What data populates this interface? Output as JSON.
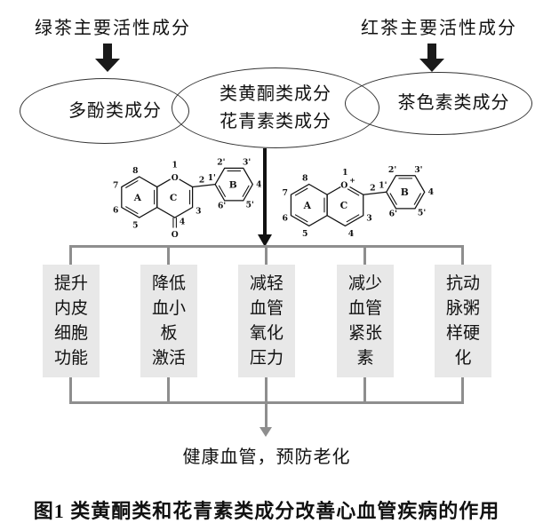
{
  "figure": {
    "source_labels": {
      "green_tea": "绿茶主要活性成分",
      "black_tea": "红茶主要活性成分"
    },
    "component_ellipses": {
      "left": "多酚类成分",
      "center": [
        "类黄酮类成分",
        "花青素类成分"
      ],
      "right": "茶色素类成分"
    },
    "flavone": {
      "ring_a": "A",
      "ring_b": "B",
      "ring_c": "C",
      "o1": "O",
      "carbonyl_o": "O",
      "n1": "1",
      "n2": "2",
      "n3": "3",
      "n4": "4",
      "n5": "5",
      "n6": "6",
      "n7": "7",
      "n8": "8",
      "p1": "1'",
      "p2": "2'",
      "p3": "3'",
      "p4": "4'",
      "p5": "5'",
      "p6": "6'"
    },
    "flavylium": {
      "ring_a": "A",
      "ring_b": "B",
      "ring_c": "C",
      "o1": "O",
      "charge": "+",
      "n1": "1",
      "n2": "2",
      "n3": "3",
      "n4": "4",
      "n5": "5",
      "n6": "6",
      "n7": "7",
      "n8": "8",
      "p1": "1'",
      "p2": "2'",
      "p3": "3'",
      "p4": "4'",
      "p5": "5'",
      "p6": "6'"
    },
    "effects": [
      {
        "lines": [
          "提升",
          "内皮",
          "细胞",
          "功能"
        ]
      },
      {
        "lines": [
          "降低",
          "血小",
          "板",
          "激活"
        ]
      },
      {
        "lines": [
          "减轻",
          "血管",
          "氧化",
          "压力"
        ]
      },
      {
        "lines": [
          "减少",
          "血管",
          "紧张",
          "素"
        ]
      },
      {
        "lines": [
          "抗动",
          "脉粥",
          "样硬",
          "化"
        ]
      }
    ],
    "outcome": "健康血管，预防老化",
    "caption": "图1 类黄酮类和花青素类成分改善心血管疾病的作用",
    "colors": {
      "connector_gray": "#8e8e8e",
      "box_fill": "#e8e8e8",
      "ink": "#111111"
    }
  }
}
